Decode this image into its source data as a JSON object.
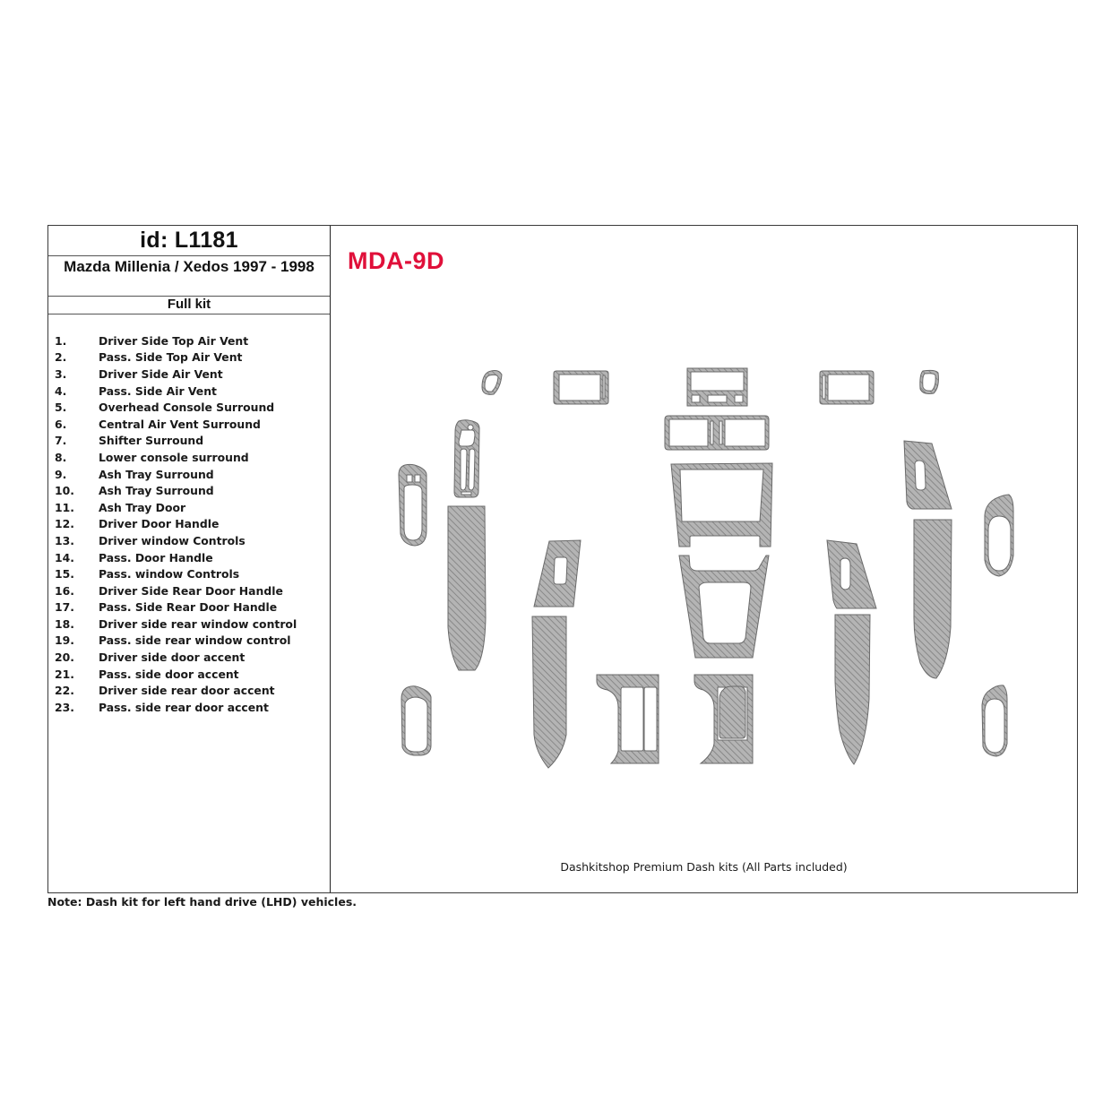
{
  "header": {
    "id_label": "id: L1181",
    "vehicle_title": "Mazda Millenia / Xedos  1997 - 1998",
    "kit_type": "Full kit"
  },
  "kit_code": "MDA-9D",
  "kit_code_color": "#e0103a",
  "parts": [
    {
      "num": "1.",
      "name": "Driver Side Top Air Vent"
    },
    {
      "num": "2.",
      "name": "Pass. Side Top Air Vent"
    },
    {
      "num": "3.",
      "name": "Driver Side Air Vent"
    },
    {
      "num": "4.",
      "name": "Pass. Side Air Vent"
    },
    {
      "num": "5.",
      "name": "Overhead Console Surround"
    },
    {
      "num": "6.",
      "name": "Central Air Vent Surround"
    },
    {
      "num": "7.",
      "name": "Shifter Surround"
    },
    {
      "num": "8.",
      "name": "Lower console surround"
    },
    {
      "num": "9.",
      "name": "Ash Tray Surround"
    },
    {
      "num": "10.",
      "name": "Ash Tray Surround"
    },
    {
      "num": "11.",
      "name": "Ash Tray Door"
    },
    {
      "num": "12.",
      "name": "Driver Door Handle"
    },
    {
      "num": "13.",
      "name": "Driver window Controls"
    },
    {
      "num": "14.",
      "name": "Pass. Door Handle"
    },
    {
      "num": "15.",
      "name": "Pass. window Controls"
    },
    {
      "num": "16.",
      "name": "Driver Side Rear Door Handle"
    },
    {
      "num": "17.",
      "name": "Pass. Side Rear Door Handle"
    },
    {
      "num": "18.",
      "name": "Driver side rear window control"
    },
    {
      "num": "19.",
      "name": "Pass. side rear window control"
    },
    {
      "num": "20.",
      "name": "Driver side door accent"
    },
    {
      "num": "21.",
      "name": "Pass. side door accent"
    },
    {
      "num": "22.",
      "name": "Driver side rear door accent"
    },
    {
      "num": "23.",
      "name": "Pass. side rear door accent"
    }
  ],
  "diagram_caption": "Dashkitshop Premium Dash kits (All Parts included)",
  "footer_note": "Note: Dash kit for left hand drive (LHD)  vehicles.",
  "colors": {
    "part_fill": "#a8a8a8",
    "part_stroke": "#6a6a6a",
    "border": "#3a3a3a"
  }
}
